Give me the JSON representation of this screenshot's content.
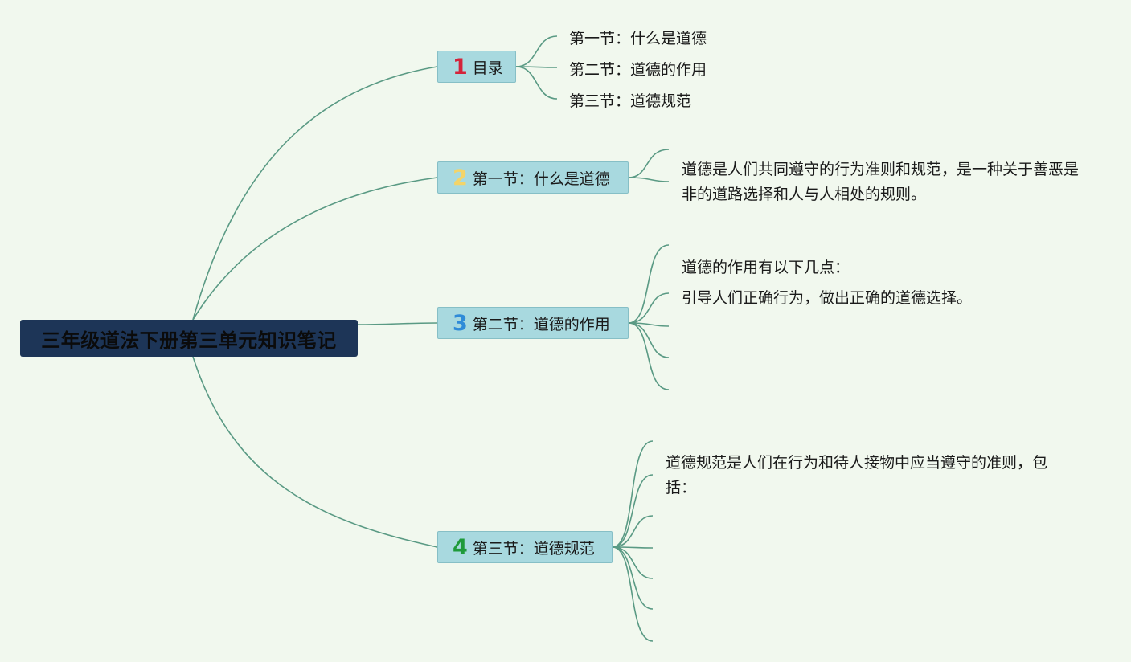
{
  "root": {
    "title": "三年级道法下册第三单元知识笔记"
  },
  "branches": [
    {
      "number": "1",
      "color": "#d4233a",
      "label": "目录",
      "children": [
        "第一节：什么是道德",
        "第二节：道德的作用",
        "第三节：道德规范"
      ]
    },
    {
      "number": "2",
      "color": "#f3d469",
      "label": "第一节：什么是道德",
      "children": [
        "道德是人们共同遵守的行为准则和规范，是一种关于善恶是非的道路选择和人与人相处的规则。"
      ]
    },
    {
      "number": "3",
      "color": "#2f8bd8",
      "label": "第二节：道德的作用",
      "children": [
        "道德的作用有以下几点：",
        "引导人们正确行为，做出正确的道德选择。"
      ]
    },
    {
      "number": "4",
      "color": "#1e9a3a",
      "label": "第三节：道德规范",
      "children": [
        "道德规范是人们在行为和待人接物中应当遵守的准则，包括："
      ]
    }
  ]
}
